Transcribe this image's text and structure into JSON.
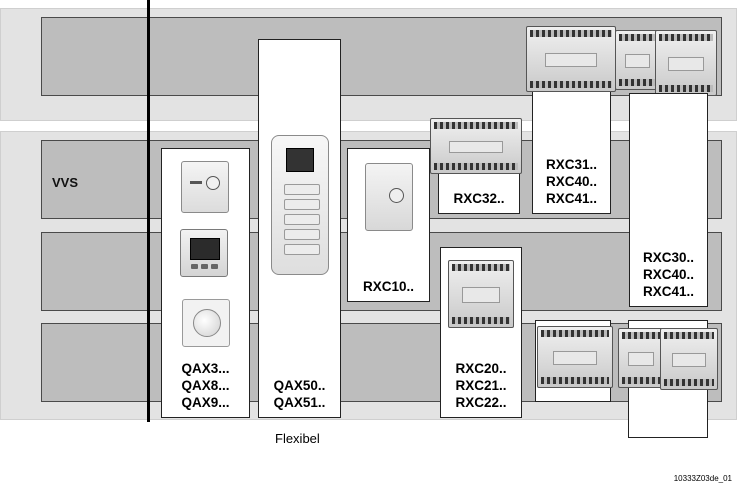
{
  "rows": [
    {
      "label": ""
    },
    {
      "label": "VVS"
    },
    {
      "label": ""
    },
    {
      "label": ""
    }
  ],
  "boxes": {
    "qax3": "QAX3...\nQAX8...\nQAX9...",
    "qax5": "QAX50..\nQAX51..",
    "rxc10": "RXC10..",
    "rxc32": "RXC32..",
    "rxc31": "RXC31..\nRXC40..\nRXC41..",
    "rxc30": "RXC30..\nRXC40..\nRXC41..",
    "rxc20": "RXC20..\nRXC21..\nRXC22.."
  },
  "footer": {
    "flexibel": "Flexibel",
    "image_id": "10333Z03de_01"
  },
  "icons": {
    "room-sensor": "room-unit-icon",
    "display-unit": "display-room-unit-icon",
    "dome-sensor": "presence-detector-icon",
    "operator-panel": "operator-panel-icon",
    "wall-sensor": "wall-sensor-icon",
    "controller": "controller-module-icon"
  }
}
